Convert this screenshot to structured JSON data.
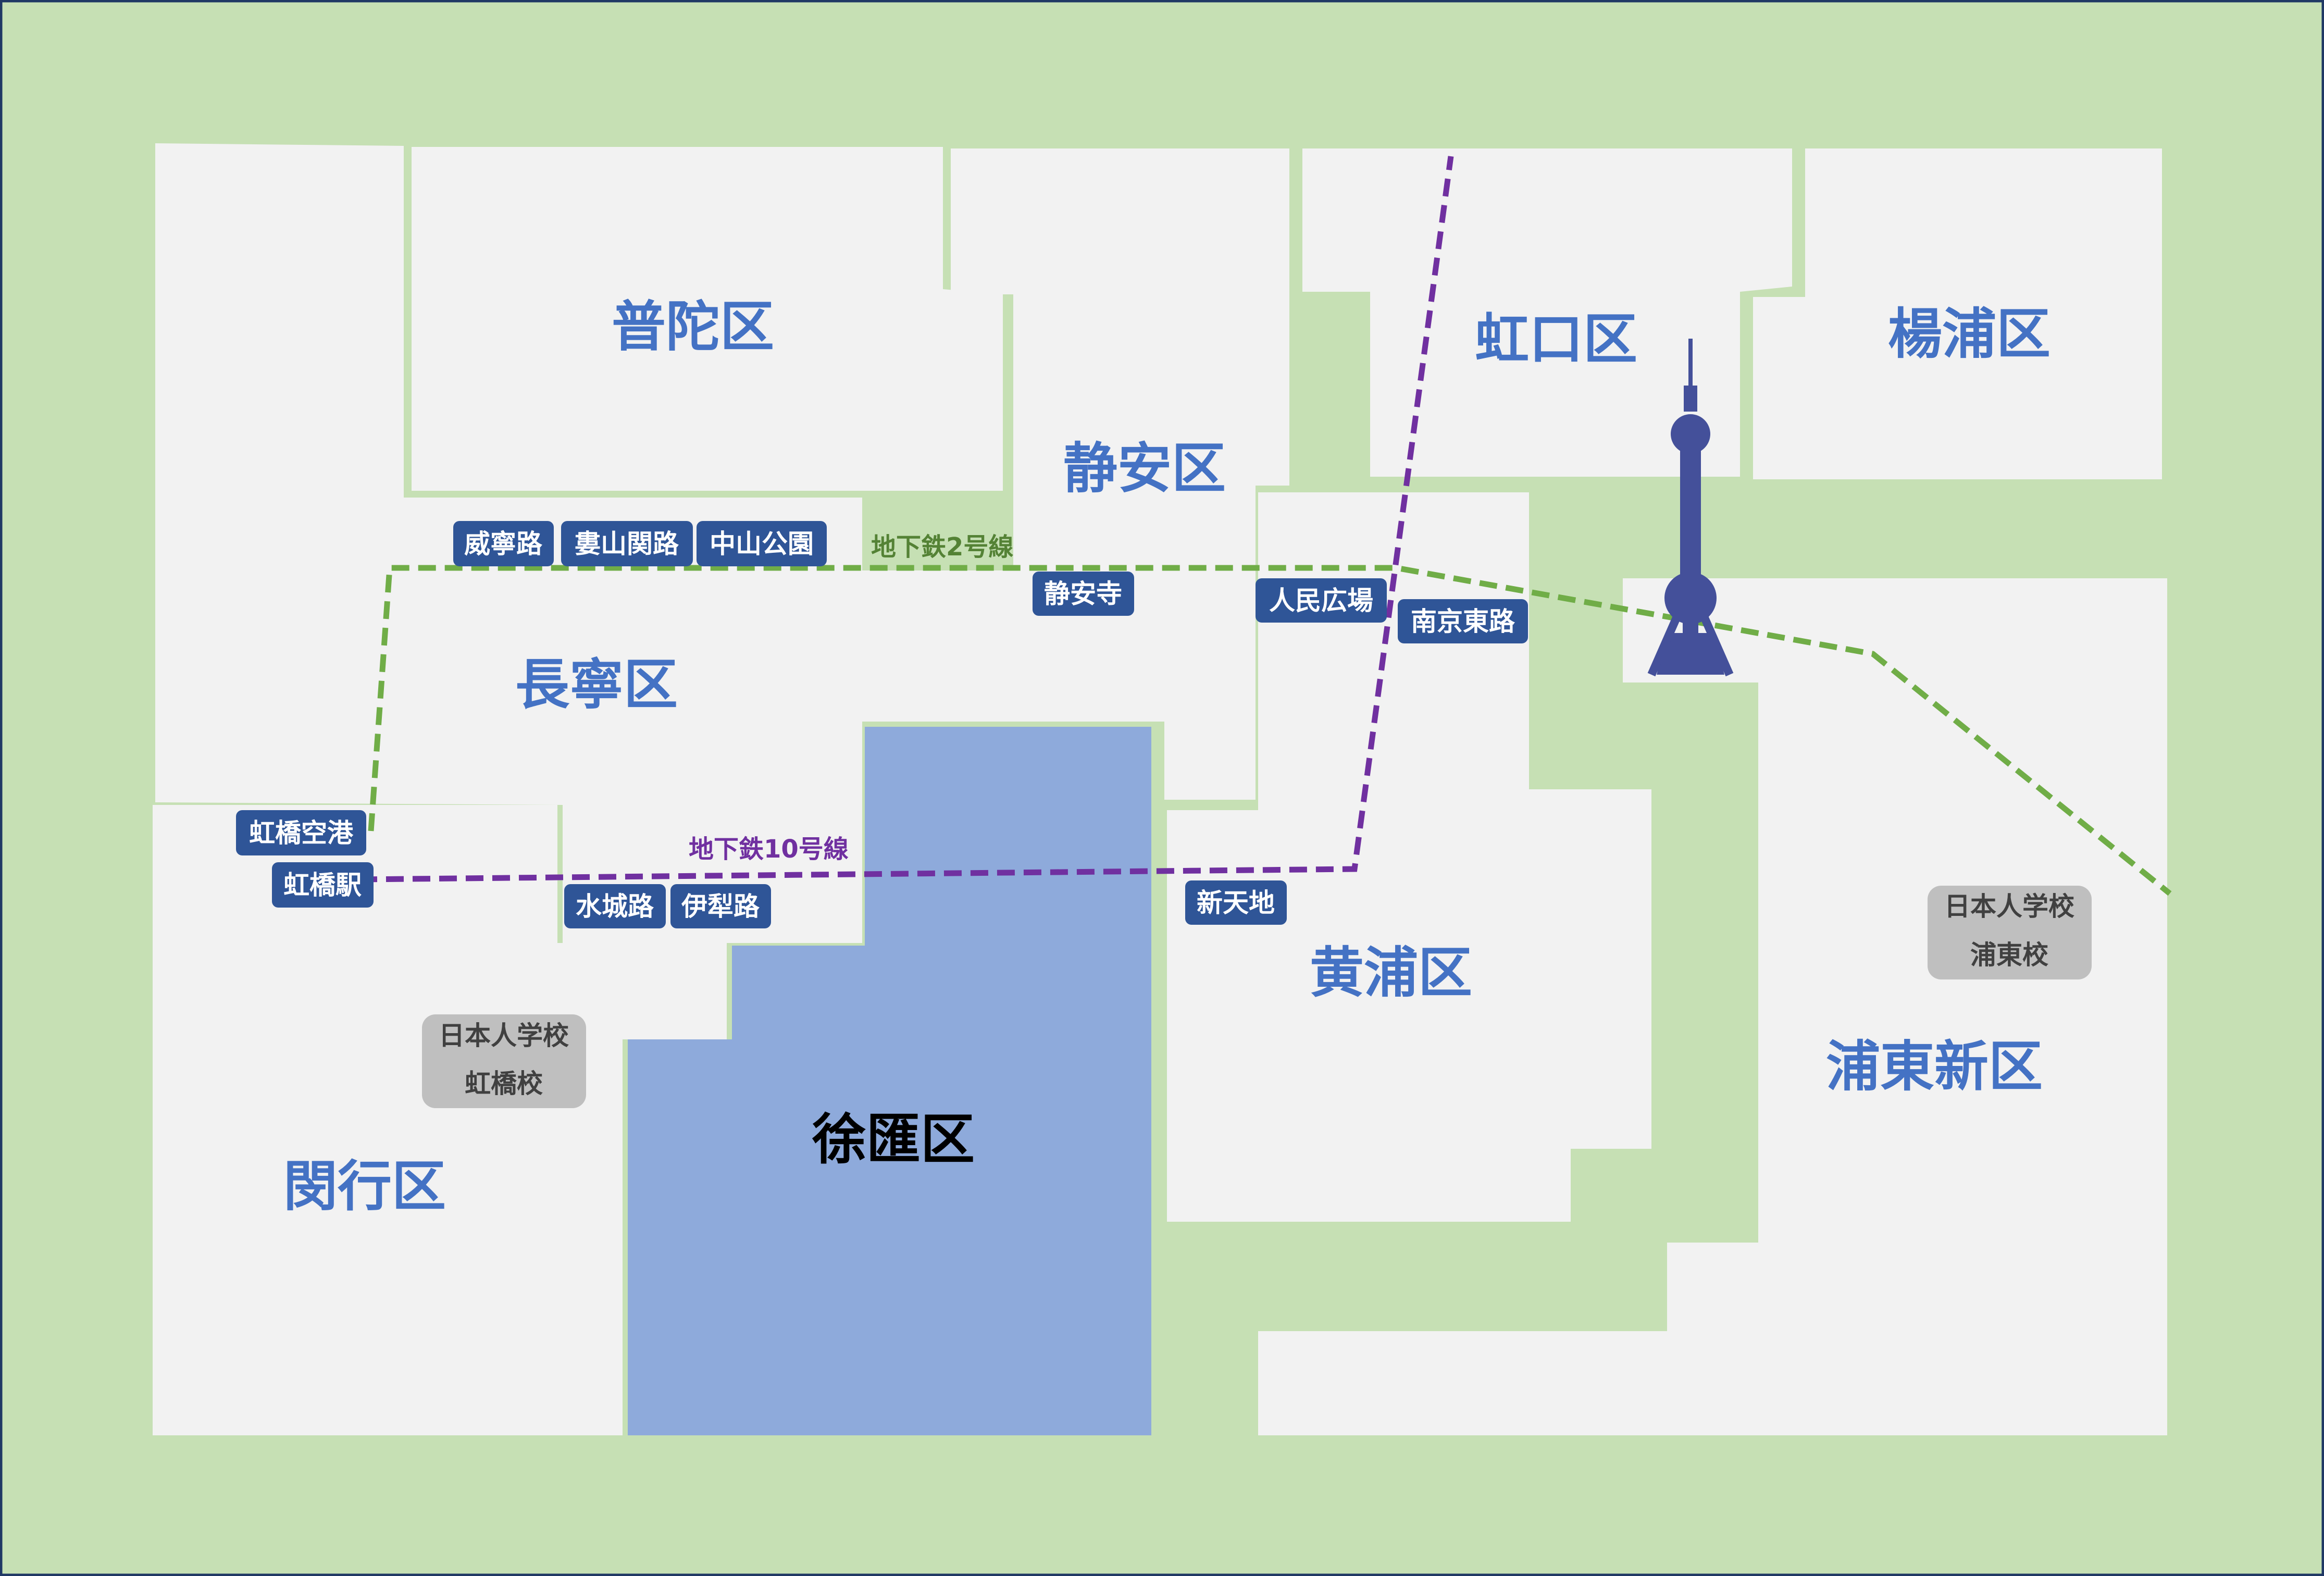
{
  "colors": {
    "background": "#c6e0b4",
    "frame": "#1f3864",
    "district_fill": "#f2f2f2",
    "xuhui_fill": "#8eaadb",
    "district_text": "#4472c4",
    "xuhui_text": "#000000",
    "station_fill": "#2f5597",
    "station_text": "#ffffff",
    "line2": "#70ad47",
    "line2_text": "#548235",
    "line10": "#7030a0",
    "school_fill": "#bfbfbf",
    "school_text": "#404040",
    "tower": "#44509a"
  },
  "districts": {
    "putuo": "普陀区",
    "jingan": "静安区",
    "hongkou": "虹口区",
    "yangpu": "楊浦区",
    "changning": "長寧区",
    "xuhui": "徐匯区",
    "huangpu": "黄浦区",
    "pudong": "浦東新区",
    "minhang": "閔行区"
  },
  "lines": {
    "line2": "地下鉄2号線",
    "line10": "地下鉄10号線"
  },
  "stations": {
    "weininglu": "威寧路",
    "loushanguanlu": "婁山関路",
    "zhongshangongyuan": "中山公園",
    "jingansi": "静安寺",
    "renminguangchang": "人民広場",
    "nanjingdonglu": "南京東路",
    "hongqiaoairport": "虹橋空港",
    "hongqiaostation": "虹橋駅",
    "shuichenglu": "水城路",
    "yililu": "伊犁路",
    "xintiandi": "新天地"
  },
  "schools": {
    "pudong": [
      "日本人学校",
      "浦東校"
    ],
    "hongqiao": [
      "日本人学校",
      "虹橋校"
    ]
  },
  "icons": {
    "tower": "oriental-pearl-tower-icon"
  }
}
